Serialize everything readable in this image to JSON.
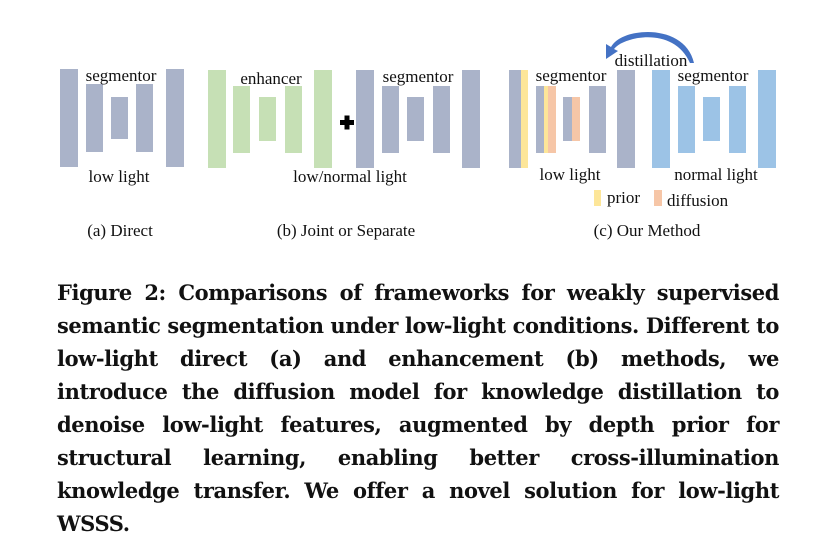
{
  "colors": {
    "segmentor": "#aab3c9",
    "enhancer": "#c6e0b5",
    "normal_segmentor": "#9cc3e6",
    "prior": "#fde699",
    "diffusion": "#f6c6a7",
    "arrow": "#4472c4",
    "plus": "#000000"
  },
  "icons": {
    "plus": "plus-icon",
    "distillation_arrow": "curved-arrow-icon"
  },
  "panel_a": {
    "segmentor_label": "segmentor",
    "input_label": "low light",
    "caption": "(a) Direct"
  },
  "panel_b": {
    "enhancer_label": "enhancer",
    "segmentor_label": "segmentor",
    "input_label": "low/normal light",
    "caption": "(b) Joint or Separate"
  },
  "panel_c": {
    "distillation_label": "distillation",
    "student_label": "segmentor",
    "teacher_label": "segmentor",
    "student_input_label": "low light",
    "teacher_input_label": "normal light",
    "legend_prior": "prior",
    "legend_diffusion": "diffusion",
    "caption": "(c) Our Method"
  },
  "caption": {
    "text": "Figure 2: Comparisons of frameworks for weakly supervised semantic segmentation under low-light conditions. Different to low-light direct (a) and enhancement (b) methods, we introduce the diffusion model for knowledge distillation to denoise low-light features, augmented by depth prior for structural learning, enabling better cross-illumination knowledge transfer. We offer a novel solution for low-light WSSS."
  }
}
